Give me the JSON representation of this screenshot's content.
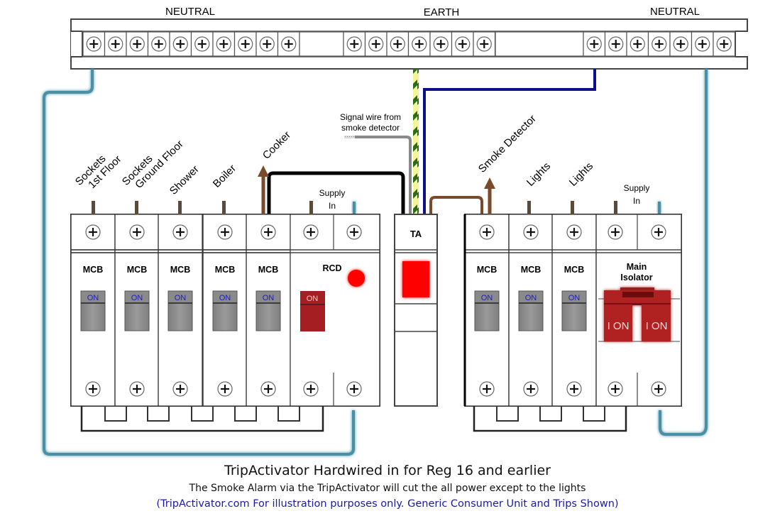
{
  "busbar": {
    "labels": {
      "neutral_left": "NEUTRAL",
      "earth": "EARTH",
      "neutral_right": "NEUTRAL"
    },
    "neutral_left_terminals": 10,
    "earth_terminals": 7,
    "neutral_right_terminals": 7
  },
  "signal_wire_label": [
    "Signal wire from",
    "smoke detector"
  ],
  "left_unit": {
    "circuits": [
      {
        "label": [
          "Sockets",
          "1st Floor"
        ],
        "device": "MCB",
        "state": "ON"
      },
      {
        "label": [
          "Sockets",
          "Ground Floor"
        ],
        "device": "MCB",
        "state": "ON"
      },
      {
        "label": [
          "Shower"
        ],
        "device": "MCB",
        "state": "ON"
      },
      {
        "label": [
          "Boiler"
        ],
        "device": "MCB",
        "state": "ON"
      },
      {
        "label": [
          "Cooker"
        ],
        "device": "MCB",
        "state": "ON"
      }
    ],
    "rcd": {
      "label": "RCD",
      "state": "ON",
      "supply_label": [
        "Supply",
        "In"
      ]
    }
  },
  "trip_activator": {
    "label": "TA"
  },
  "right_unit": {
    "circuits": [
      {
        "label": [
          "Smoke Detector"
        ],
        "device": "MCB",
        "state": "ON"
      },
      {
        "label": [
          "Lights"
        ],
        "device": "MCB",
        "state": "ON"
      },
      {
        "label": [
          "Lights"
        ],
        "device": "MCB",
        "state": "ON"
      }
    ],
    "isolator": {
      "label": [
        "Main",
        "Isolator"
      ],
      "state_left": "I ON",
      "state_right": "I ON",
      "supply_label": [
        "Supply",
        "In"
      ]
    }
  },
  "captions": {
    "title": "TripActivator Hardwired in for Reg 16 and earlier",
    "subtitle": "The Smoke Alarm via the TripActivator will cut the all power except to the lights",
    "note": "(TripActivator.com For illustration purposes only. Generic Consumer Unit and Trips Shown)"
  },
  "colors": {
    "neutral_wire": "#4a90a4",
    "earth_stripe_green": "#2e6b1f",
    "earth_stripe_yellow": "#f4f49a",
    "blue_wire": "#10108a",
    "brown_wire": "#7a4a2a",
    "signal_wire": "#8a8a8a",
    "rcd_red": "#a41e22",
    "indicator_red": "#ff0000",
    "on_text": "#2020c0"
  }
}
